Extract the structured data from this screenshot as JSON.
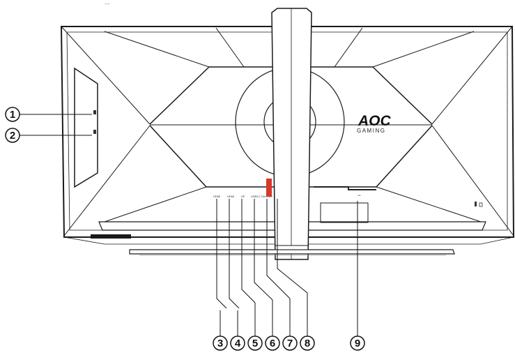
{
  "brand": {
    "logo": "AOC",
    "subline": "GAMING"
  },
  "top_caption": "...",
  "port_labels": [
    "HDMI",
    "HDMI",
    "DP",
    "USB3.2 Gen1 UP"
  ],
  "callouts": [
    {
      "number": "1",
      "side": "left"
    },
    {
      "number": "2",
      "side": "left"
    },
    {
      "number": "3",
      "side": "bottom"
    },
    {
      "number": "4",
      "side": "bottom"
    },
    {
      "number": "5",
      "side": "bottom"
    },
    {
      "number": "6",
      "side": "bottom"
    },
    {
      "number": "7",
      "side": "bottom"
    },
    {
      "number": "8",
      "side": "bottom"
    },
    {
      "number": "9",
      "side": "bottom"
    }
  ],
  "icons": {
    "power_connector": "ac-power-icon",
    "lock": "kensington-lock-icon"
  },
  "colors": {
    "line": "#1a1a1a",
    "accent": "#d9372c",
    "background": "#ffffff"
  }
}
